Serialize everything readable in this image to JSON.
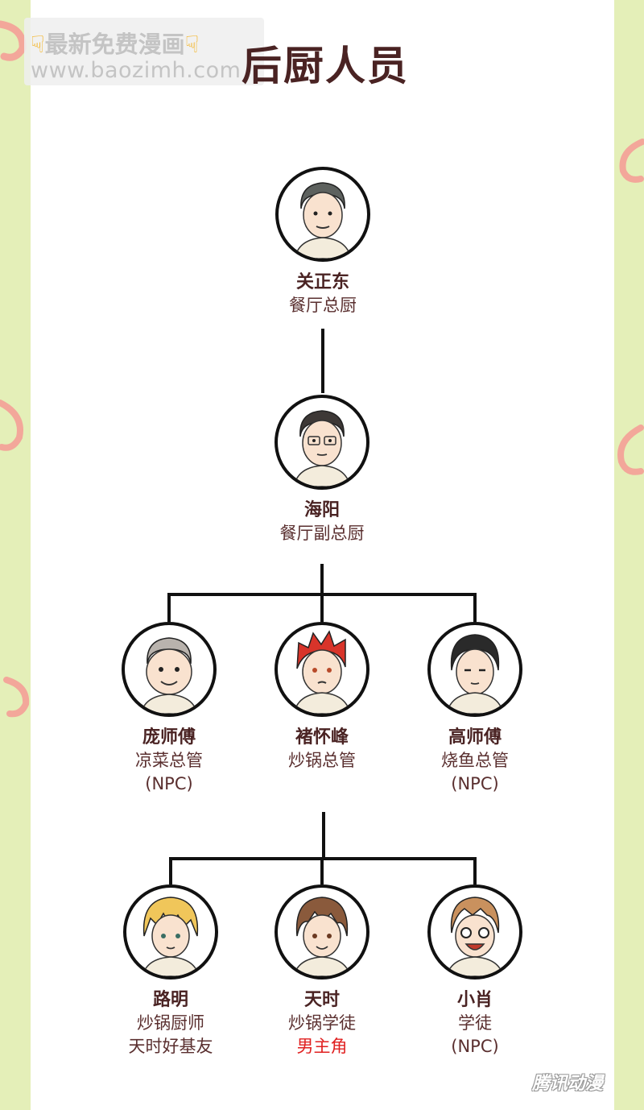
{
  "watermark": {
    "line1": "最新免费漫画",
    "line2": "www.baozimh.com",
    "hand_icon": "pointing-down-hand-icon"
  },
  "title": "后厨人员",
  "nodes": [
    {
      "name": "关正东",
      "role1": "餐厅总厨",
      "role2": "",
      "hair": "#5d615e"
    },
    {
      "name": "海阳",
      "role1": "餐厅副总厨",
      "role2": "",
      "hair": "#3d3836"
    },
    {
      "name": "庞师傅",
      "role1": "凉菜总管",
      "role2": "(NPC)",
      "hair": "#b9b3ad"
    },
    {
      "name": "褚怀峰",
      "role1": "炒锅总管",
      "role2": "",
      "hair": "#d8342a"
    },
    {
      "name": "高师傅",
      "role1": "烧鱼总管",
      "role2": "(NPC)",
      "hair": "#2a2a2a"
    },
    {
      "name": "路明",
      "role1": "炒锅厨师",
      "role2": "天时好基友",
      "hair": "#f0c65a"
    },
    {
      "name": "天时",
      "role1": "炒锅学徒",
      "role2": "男主角",
      "hair": "#8a5a3c"
    },
    {
      "name": "小肖",
      "role1": "学徒",
      "role2": "(NPC)",
      "hair": "#c9915e"
    }
  ],
  "logo": "腾讯动漫",
  "colors": {
    "background": "#e4efb8",
    "panel": "#ffffff",
    "title": "#4a2323",
    "highlight": "#e02020",
    "line": "#111111"
  }
}
